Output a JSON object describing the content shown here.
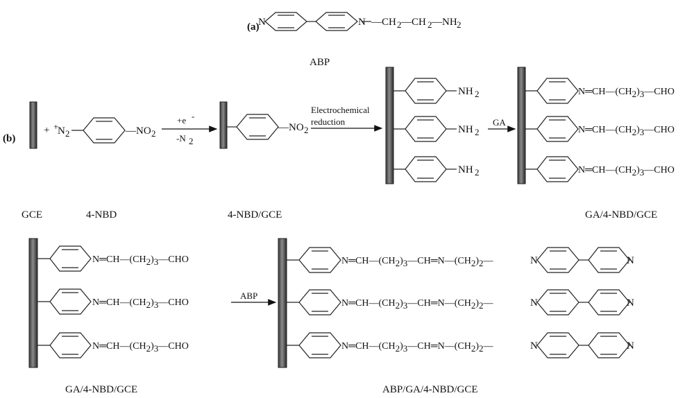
{
  "part_a": {
    "label": "(a)",
    "ring_n": "N",
    "link": "—CH",
    "sub2": "2",
    "link2": "—CH",
    "link3": "—NH",
    "name": "ABP"
  },
  "part_b": {
    "label": "(b)",
    "plus": "+",
    "diazo_prefix": "N",
    "diazo_sub": "2",
    "nitro": "—NO",
    "arrow1_top": "+e",
    "arrow1_bottom": "-N",
    "arrow2_text_line1": "Electrochemical",
    "arrow2_text_line2": "reduction",
    "arrow3_text": "GA",
    "arrow4_text": "ABP",
    "amine": "NH",
    "ga_chain": "N═CH—(CH",
    "ga_chain_end": ")",
    "ga_cho": "—CHO",
    "abp_chain_mid": "—CH═N—(CH",
    "abp_n": "N",
    "labels": {
      "gce": "GCE",
      "nbd": "4-NBD",
      "nbd_gce": "4-NBD/GCE",
      "ga_nbd_gce_top": "GA/4-NBD/GCE",
      "ga_nbd_gce_bottom": "GA/4-NBD/GCE",
      "abp_ga_nbd_gce": "ABP/GA/4-NBD/GCE"
    }
  }
}
